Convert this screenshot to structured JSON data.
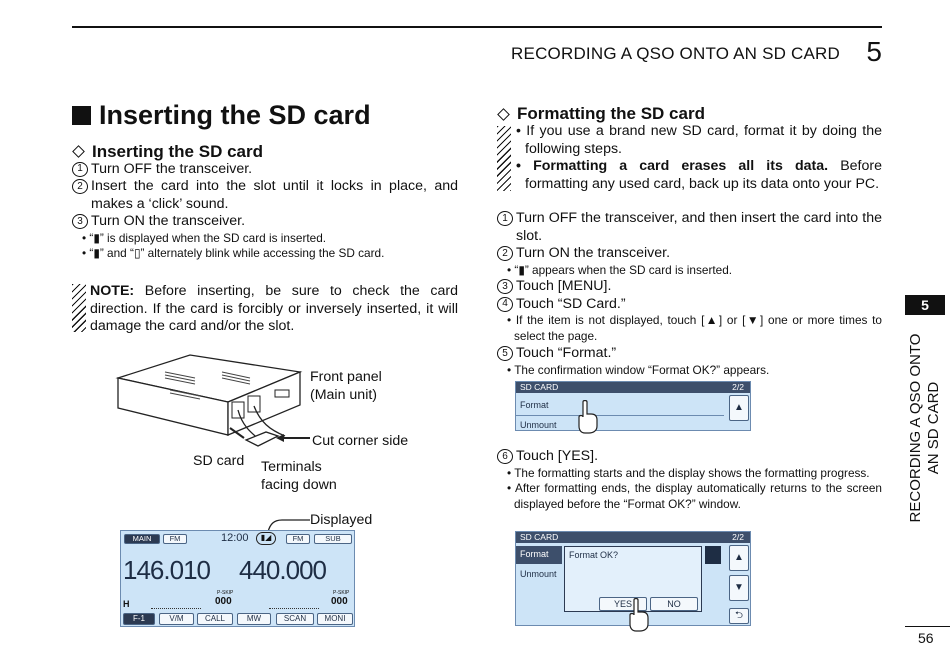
{
  "header": {
    "chapter_title": "RECORDING A QSO ONTO AN SD CARD",
    "chapter_number": "5"
  },
  "left": {
    "title": "Inserting the SD card",
    "subtitle": "Inserting the SD card",
    "steps": [
      {
        "num": "1",
        "text": "Turn OFF the transceiver."
      },
      {
        "num": "2",
        "text": "Insert the card into the slot until it locks in place, and makes a ‘click’ sound."
      },
      {
        "num": "3",
        "text": "Turn ON the transceiver."
      }
    ],
    "bullets": [
      {
        "pre": "• “",
        "post": "” is displayed when the SD card is inserted."
      },
      {
        "pre": "• “",
        "mid": "” and “",
        "post": "” alternately blink while accessing the SD card."
      }
    ],
    "note_label": "NOTE:",
    "note_text": " Before inserting, be sure to check the card direction. If the card is forcibly or inversely inserted, it will damage the card and/or the slot.",
    "figure": {
      "front_panel": "Front panel",
      "main_unit": "(Main unit)",
      "cut_corner": "Cut corner side",
      "sd_card": "SD card",
      "terminals": "Terminals",
      "facing_down": "facing down",
      "displayed": "Displayed"
    },
    "lcd": {
      "main": "MAIN",
      "fm_left": "FM",
      "time": "12:00",
      "fm_right": "FM",
      "sub": "SUB",
      "freq_left": "146.010",
      "freq_right": "440.000",
      "h": "H",
      "pskip": "P-SKIP",
      "ch_left": "000",
      "ch_right": "000",
      "keys": [
        "F-1",
        "V/M",
        "CALL",
        "MW",
        "SCAN",
        "MONI"
      ]
    }
  },
  "right": {
    "subtitle": "Formatting the SD card",
    "intro1": "• If you use a brand new SD card, format it by doing the following steps.",
    "intro2_bold": "• Formatting a card erases all its data.",
    "intro2_rest": " Before formatting any used card, back up its data onto your PC.",
    "steps": [
      {
        "num": "1",
        "text": "Turn OFF the transceiver, and then insert the card into the slot."
      },
      {
        "num": "2",
        "text": "Turn ON the transceiver."
      },
      {
        "num": "3",
        "text": "Touch [MENU]."
      },
      {
        "num": "4",
        "text": "Touch “SD Card.”"
      },
      {
        "num": "5",
        "text": "Touch “Format.”"
      },
      {
        "num": "6",
        "text": "Touch [YES]."
      }
    ],
    "bullet_step2_pre": "• “",
    "bullet_step2_post": "” appears when the SD card is inserted.",
    "bullet_step4": "• If the item is not displayed, touch [▲] or [▼] one or more times to select the page.",
    "bullet_step5": "• The confirmation window “Format OK?” appears.",
    "bullet_step6a": "• The formatting starts and the display shows the formatting progress.",
    "bullet_step6b": "• After formatting ends, the display automatically returns to the screen displayed before the “Format OK?” window.",
    "screen1": {
      "title": "SD CARD",
      "page": "2/2",
      "items": [
        "Format",
        "Unmount"
      ],
      "up": "▲"
    },
    "screen2": {
      "title": "SD CARD",
      "page": "2/2",
      "items": [
        "Format",
        "Unmount"
      ],
      "prompt": "Format OK?",
      "yes": "YES",
      "no": "NO",
      "up": "▲",
      "down": "▼",
      "back": "⮌"
    }
  },
  "sidebar": {
    "number": "5",
    "text_line1": "RECORDING A QSO ONTO",
    "text_line2": "AN SD CARD"
  },
  "footer": {
    "page": "56"
  }
}
